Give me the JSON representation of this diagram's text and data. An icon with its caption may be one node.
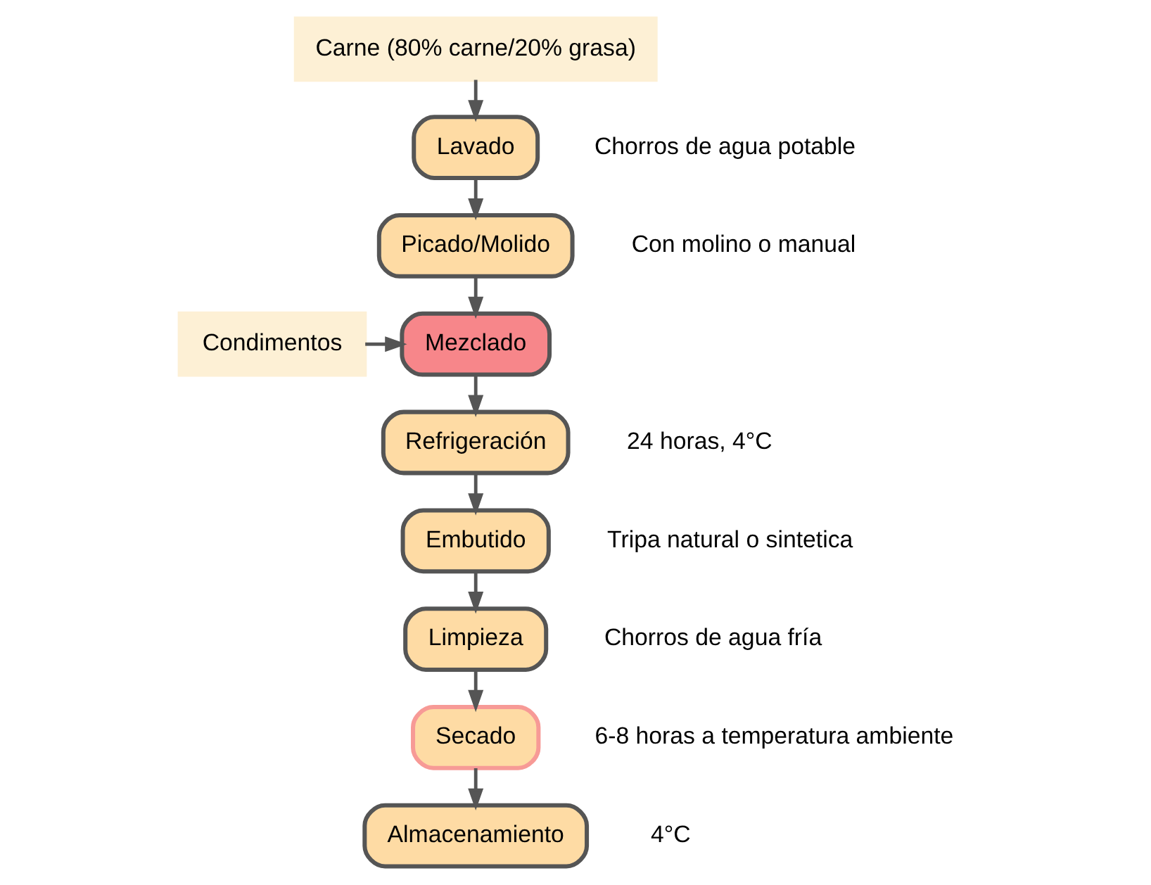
{
  "diagram": {
    "nodes": [
      {
        "text": [
          "Carne (80% carne/20% grasa)"
        ]
      },
      {
        "text": [
          "Lavado"
        ],
        "beside": [
          "Chorros de agua potable"
        ]
      },
      {
        "text": [
          "Picado/Molido"
        ],
        "beside": [
          "Con molino o manual"
        ]
      },
      {
        "text": [
          "Condimentos"
        ]
      },
      {
        "text": [
          "Mezclado"
        ]
      },
      {
        "text": [
          "Refrigeración"
        ],
        "beside": [
          "24 horas, 4°C"
        ]
      },
      {
        "text": [
          "Embutido"
        ],
        "beside": [
          "Tripa natural o sintetica"
        ]
      },
      {
        "text": [
          "Limpieza"
        ],
        "beside": [
          "Chorros de agua fría"
        ]
      },
      {
        "text": [
          "Secado"
        ],
        "beside": [
          "6-8 horas a temperatura ambiente"
        ]
      },
      {
        "text": [
          "Almacenamiento"
        ],
        "beside": [
          "4°C"
        ]
      }
    ],
    "edges": [
      {
        "from": 0,
        "to": 1,
        "arrow": "to"
      },
      {
        "from": 1,
        "to": 2,
        "arrow": "to"
      },
      {
        "from": 2,
        "to": 4,
        "arrow": "to"
      },
      {
        "from": 3,
        "to": 4,
        "arrow": "to"
      },
      {
        "from": 4,
        "to": 5,
        "arrow": "to"
      },
      {
        "from": 5,
        "to": 6,
        "arrow": "to"
      },
      {
        "from": 6,
        "to": 7,
        "arrow": "to"
      },
      {
        "from": 7,
        "to": 8,
        "arrow": "to"
      },
      {
        "from": 8,
        "to": 9,
        "arrow": "to"
      }
    ]
  }
}
